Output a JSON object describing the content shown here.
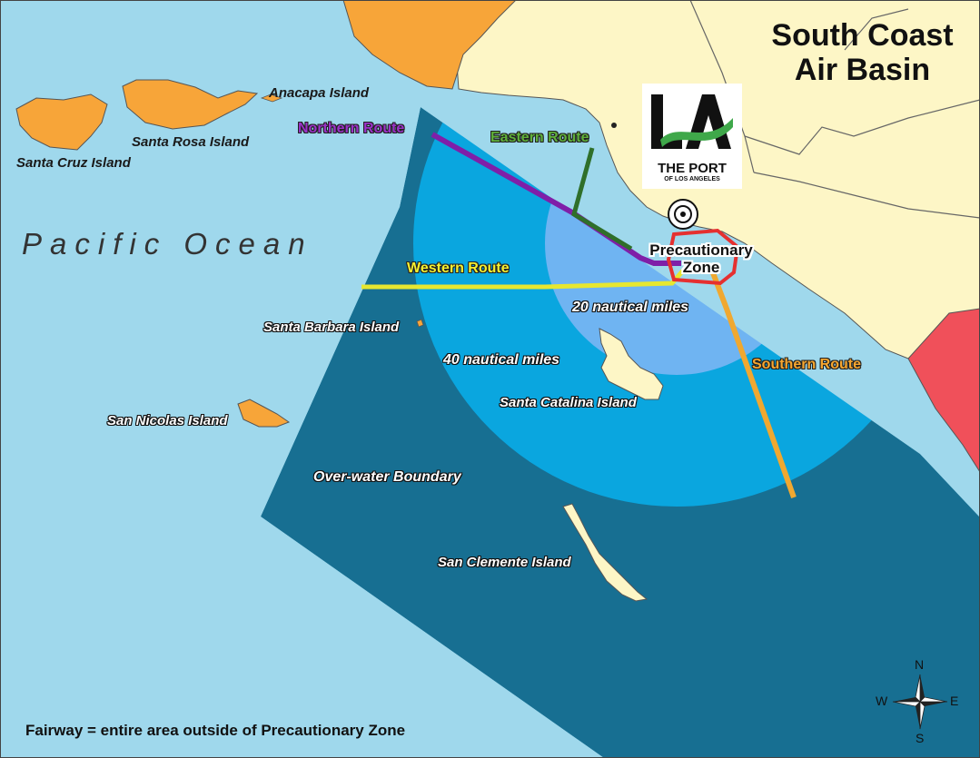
{
  "title": {
    "line1": "South Coast",
    "line2": "Air Basin"
  },
  "ocean_label": "Pacific Ocean",
  "islands": {
    "santa_cruz": "Santa Cruz Island",
    "santa_rosa": "Santa Rosa Island",
    "anacapa": "Anacapa Island",
    "santa_barbara": "Santa Barbara Island",
    "san_nicolas": "San Nicolas Island",
    "santa_catalina": "Santa Catalina Island",
    "san_clemente": "San Clemente Island"
  },
  "routes": {
    "northern": "Northern Route",
    "eastern": "Eastern Route",
    "western": "Western Route",
    "southern": "Southern Route"
  },
  "zones": {
    "precautionary_line1": "Precautionary",
    "precautionary_line2": "Zone",
    "ring20": "20 nautical miles",
    "ring40": "40 nautical miles",
    "boundary": "Over-water Boundary"
  },
  "logo": {
    "mark": "LA",
    "name": "THE PORT",
    "sub": "OF LOS ANGELES"
  },
  "footnote": "Fairway = entire area outside of Precautionary Zone",
  "compass": {
    "n": "N",
    "s": "S",
    "e": "E",
    "w": "W"
  },
  "colors": {
    "ocean": "#9fd8ec",
    "boundary": "#176f92",
    "ring40": "#0aa6df",
    "ring20": "#6fb4f2",
    "land": "#fdf6c6",
    "orange_land": "#f7a539",
    "red_land": "#f0505a",
    "northern": "#7f1fa8",
    "eastern": "#2f6f2a",
    "western": "#e7e730",
    "southern": "#f0a830"
  }
}
